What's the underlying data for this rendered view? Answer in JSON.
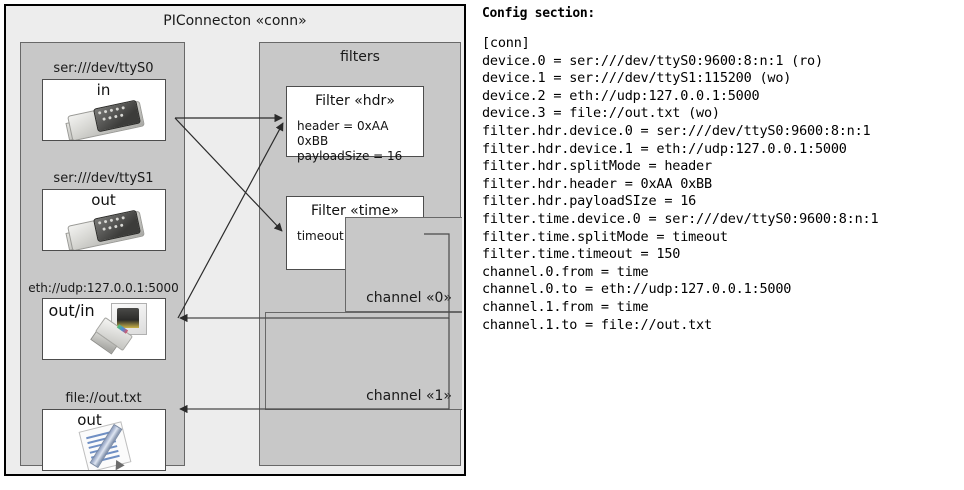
{
  "diagram": {
    "title": "PIConnecton «conn»",
    "devices_panel": {
      "name": "devices",
      "items": [
        {
          "label": "ser:///dev/ttyS0",
          "direction": "in",
          "icon": "serial-db9-icon",
          "caption_align": "center"
        },
        {
          "label": "ser:///dev/ttyS1",
          "direction": "out",
          "icon": "serial-db9-icon",
          "caption_align": "center"
        },
        {
          "label": "eth://udp:127.0.0.1:5000",
          "direction": "out/in",
          "icon": "ethernet-plug-icon",
          "caption_align": "left"
        },
        {
          "label": "file://out.txt",
          "direction": "out",
          "icon": "text-document-pencil-icon",
          "caption_align": "center"
        }
      ]
    },
    "filters_panel": {
      "title": "filters",
      "filters": [
        {
          "title": "Filter «hdr»",
          "props": [
            "header = 0xAA 0xBB",
            "payloadSize = 16"
          ]
        },
        {
          "title": "Filter «time»",
          "props": [
            "timeout = 150 ms"
          ]
        }
      ],
      "channels": [
        {
          "label": "channel «0»"
        },
        {
          "label": "channel «1»"
        }
      ]
    }
  },
  "config": {
    "heading": "Config section:",
    "lines": [
      "[conn]",
      "device.0 = ser:///dev/ttyS0:9600:8:n:1 (ro)",
      "device.1 = ser:///dev/ttyS1:115200 (wo)",
      "device.2 = eth://udp:127.0.0.1:5000",
      "device.3 = file://out.txt (wo)",
      "filter.hdr.device.0 = ser:///dev/ttyS0:9600:8:n:1",
      "filter.hdr.device.1 = eth://udp:127.0.0.1:5000",
      "filter.hdr.splitMode = header",
      "filter.hdr.header = 0xAA 0xBB",
      "filter.hdr.payloadSIze = 16",
      "filter.time.device.0 = ser:///dev/ttyS0:9600:8:n:1",
      "filter.time.splitMode = timeout",
      "filter.time.timeout = 150",
      "channel.0.from = time",
      "channel.0.to = eth://udp:127.0.0.1:5000",
      "channel.1.from = time",
      "channel.1.to = file://out.txt"
    ]
  },
  "colors": {
    "outer_background": "#ededed",
    "panel_background": "#c8c8c8",
    "box_background": "#ffffff",
    "border": "#4d4d4d",
    "line": "#2b2b2b"
  }
}
